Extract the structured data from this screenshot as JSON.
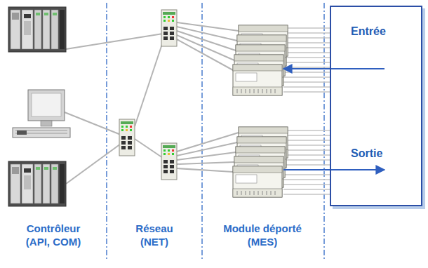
{
  "diagram": {
    "nodes": [
      {
        "text": [
          "Entrée",
          "Sortie"
        ]
      }
    ],
    "labels": [
      "Contrôleur (API, COM)",
      "Réseau (NET)",
      "Module déporté (MES)"
    ]
  }
}
